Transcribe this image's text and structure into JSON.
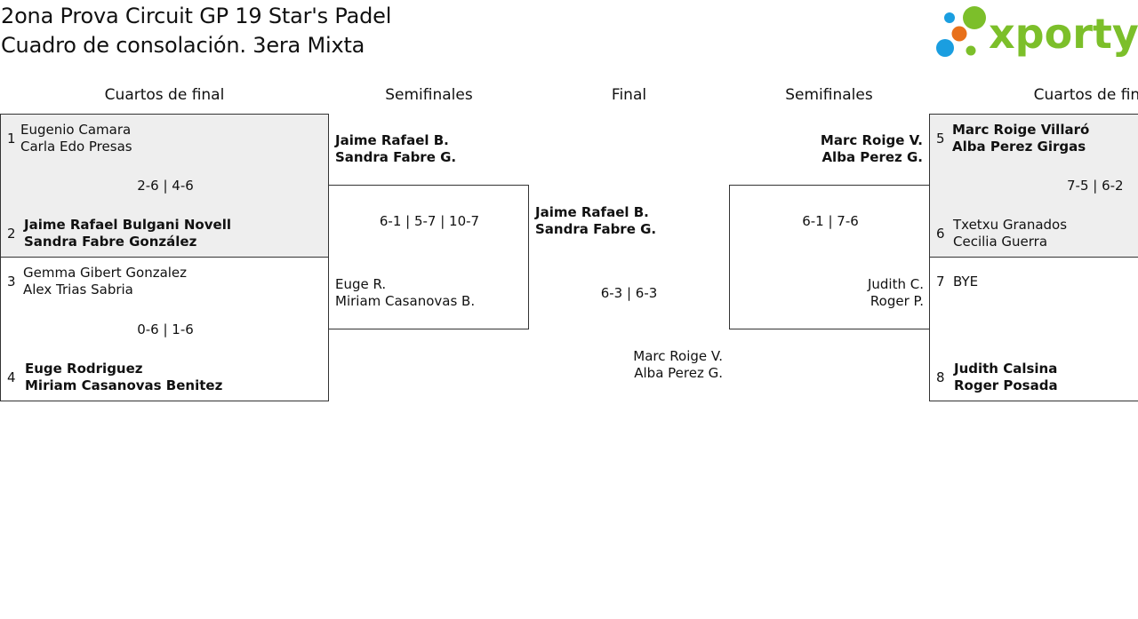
{
  "header": {
    "title_line1": "2ona Prova Circuit GP 19 Star's Padel",
    "title_line2": "Cuadro de consolación. 3era Mixta",
    "logo_text": "xporty"
  },
  "columns": {
    "left_qf": "Cuartos de final",
    "left_sf": "Semifinales",
    "final": "Final",
    "right_sf": "Semifinales",
    "right_qf": "Cuartos de final"
  },
  "left_qf": {
    "match1": {
      "seed_a": "1",
      "a1": "Eugenio Camara",
      "a2": "Carla Edo Presas",
      "score": "2-6 | 4-6",
      "seed_b": "2",
      "b1": "Jaime Rafael Bulgani Novell",
      "b2": "Sandra Fabre González"
    },
    "match2": {
      "seed_a": "3",
      "a1": "Gemma Gibert Gonzalez",
      "a2": "Alex Trias Sabria",
      "score": "0-6 | 1-6",
      "seed_b": "4",
      "b1": "Euge Rodriguez",
      "b2": "Miriam Casanovas Benitez"
    }
  },
  "left_sf": {
    "a1": "Jaime Rafael B.",
    "a2": "Sandra Fabre G.",
    "score": "6-1 | 5-7 | 10-7",
    "b1": "Euge R.",
    "b2": "Miriam Casanovas B."
  },
  "final": {
    "a1": "Jaime Rafael B.",
    "a2": "Sandra Fabre G.",
    "score": "6-3 | 6-3",
    "b1": "Marc Roige V.",
    "b2": "Alba Perez G."
  },
  "right_sf": {
    "a1": "Marc Roige V.",
    "a2": "Alba Perez G.",
    "score": "6-1 | 7-6",
    "b1": "Judith C.",
    "b2": "Roger P."
  },
  "right_qf": {
    "match1": {
      "seed_a": "5",
      "a1": "Marc Roige Villaró",
      "a2": "Alba Perez Girgas",
      "score": "7-5 | 6-2",
      "seed_b": "6",
      "b1": "Txetxu Granados",
      "b2": "Cecilia Guerra"
    },
    "match2": {
      "seed_a": "7",
      "a1": "BYE",
      "seed_b": "8",
      "b1": "Judith Calsina",
      "b2": "Roger Posada"
    }
  },
  "colors": {
    "shade": "#eeeeee",
    "logo_green": "#7cbf2a",
    "logo_blue": "#1a9ee0",
    "logo_orange": "#e8701a"
  }
}
